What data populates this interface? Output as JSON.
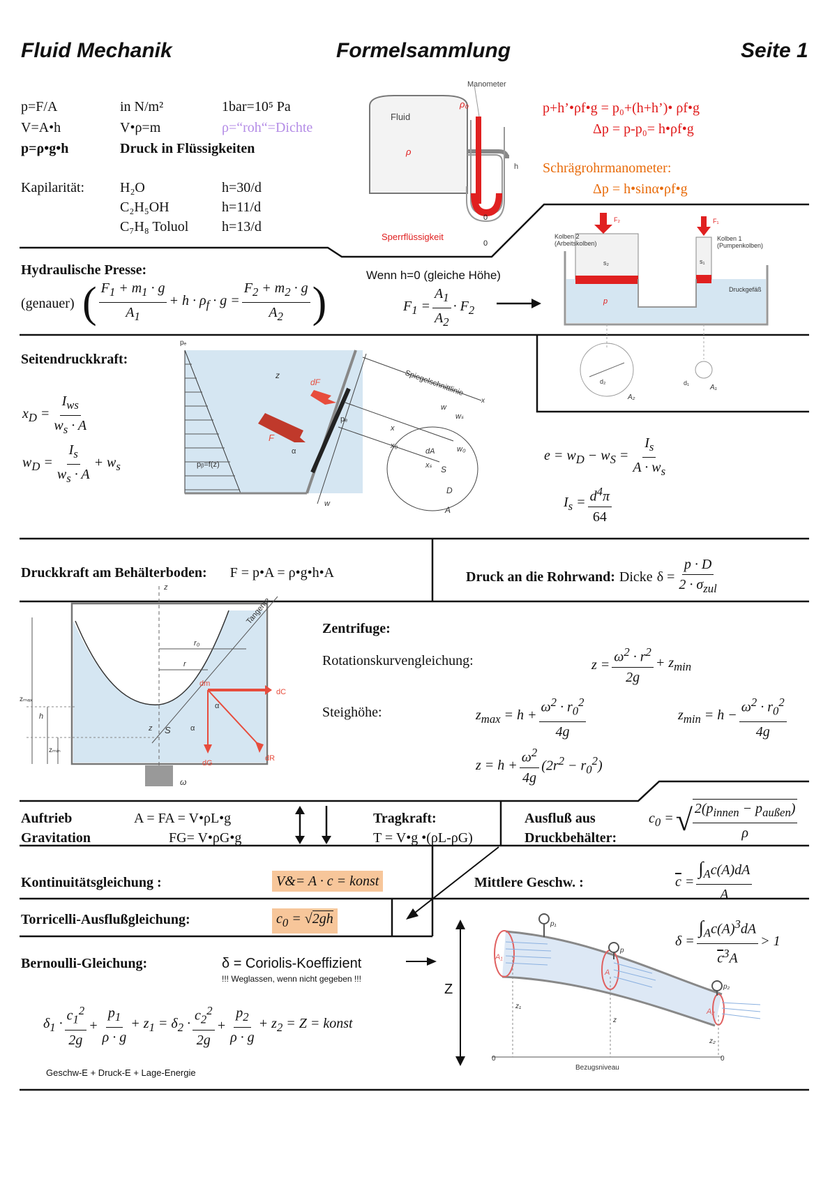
{
  "header": {
    "left": "Fluid Mechanik",
    "center": "Formelsammlung",
    "right": "Seite 1"
  },
  "basics": {
    "r1": [
      "p=F/A",
      "in N/m²",
      "1bar=10⁵ Pa"
    ],
    "r2": [
      "V=A•h",
      "V•ρ=m",
      "ρ=“roh“=Dichte"
    ],
    "r3": [
      "p=ρ•g•h",
      "Druck in Flüssigkeiten"
    ],
    "kap_label": "Kapilarität:",
    "kap": [
      {
        "subst": "H₂O",
        "val": "h=30/d"
      },
      {
        "subst": "C₂H₅OH",
        "val": "h=11/d"
      },
      {
        "subst": "C₇H₈ Toluol",
        "val": "h=13/d"
      }
    ]
  },
  "manometer": {
    "labels": {
      "top": "Manometer",
      "fluid": "Fluid",
      "rho": "ρ",
      "rho0": "ρ₀",
      "h": "h",
      "zero": "0",
      "sperr": "Sperrflüssigkeit"
    },
    "eq1": "p+h’•ρf•g = p₀+(h+h’)• ρf•g",
    "eq2": "Δp = p-p₀= h•ρf•g",
    "schraeg_title": "Schrägrohrmanometer:",
    "schraeg_eq": "Δp = h•sinα•ρf•g"
  },
  "presse": {
    "title": "Hydraulische Presse:",
    "genauer": "(genauer)",
    "when": "Wenn h=0 (gleiche Höhe)",
    "labels": {
      "k2": "Kolben 2",
      "k2b": "(Arbeitskolben)",
      "k1": "Kolben 1",
      "k1b": "(Pumpenkolben)",
      "gef": "Druckgefäß",
      "f2": "F₂",
      "f1": "F₁",
      "p": "p",
      "s2": "s₂",
      "s1": "s₁",
      "d2": "d₂",
      "d1": "d₁",
      "a2": "A₂",
      "a1": "A₁"
    }
  },
  "seiten": {
    "title": "Seitendruckkraft:",
    "labels": {
      "pb": "pₑ",
      "z": "z",
      "df": "dF",
      "f": "F",
      "pbf": "pᵦ=f(z)",
      "alpha": "α",
      "p0": "pₑ",
      "spiegel": "Spiegelschnittlinie",
      "x": "x",
      "w": "w",
      "ws": "wₛ",
      "wd": "w₀",
      "da": "dA",
      "xd": "x₀",
      "xs": "xₛ",
      "s": "S",
      "d": "D",
      "a": "A"
    }
  },
  "boden": {
    "title": "Druckkraft am Behälterboden:",
    "eq": "F = p•A = ρ•g•h•A",
    "rohr_title": "Druck an die Rohrwand:",
    "rohr_text": "Dicke"
  },
  "zentrifuge": {
    "title": "Zentrifuge:",
    "rot": "Rotationskurvengleichung:",
    "steig": "Steighöhe:",
    "labels": {
      "z": "z",
      "r0": "r₀",
      "r": "r",
      "tang": "Tangente",
      "dm": "dm",
      "dc": "dC",
      "zmax": "zₘₐₓ",
      "h": "h",
      "zmin": "zₘᵢₙ",
      "s": "S",
      "alpha": "α",
      "dg": "dG",
      "dr": "dR",
      "omega": "ω"
    }
  },
  "auftrieb": {
    "l1": "Auftrieb",
    "e1": "A = FA = V•ρL•g",
    "l2": "Gravitation",
    "e2": "FG= V•ρG•g",
    "trag_title": "Tragkraft:",
    "trag_eq": "T = V•g •(ρL-ρG)",
    "aus1": "Ausfluß aus",
    "aus2": "Druckbehälter:"
  },
  "konti": {
    "title": "Kontinuitätsgleichung :",
    "eq": "V&= A · c = konst",
    "mittel": "Mittlere Geschw. :"
  },
  "torricelli": {
    "title": "Torricelli-Ausflußgleichung:"
  },
  "bernoulli": {
    "title": "Bernoulli-Gleichung:",
    "delta": "δ = Coriolis-Koeffizient",
    "note": "!!! Weglassen, wenn nicht gegeben !!!",
    "energy": "Geschw-E + Druck-E + Lage-Energie",
    "z_label": "Z",
    "labels": {
      "bez": "Bezugsniveau",
      "a1": "A₁",
      "a2": "A₂",
      "a": "A",
      "p1": "p₁",
      "p": "p",
      "p2": "p₂",
      "z1": "z₁",
      "z": "z",
      "z2": "z₂",
      "zero": "0"
    }
  }
}
